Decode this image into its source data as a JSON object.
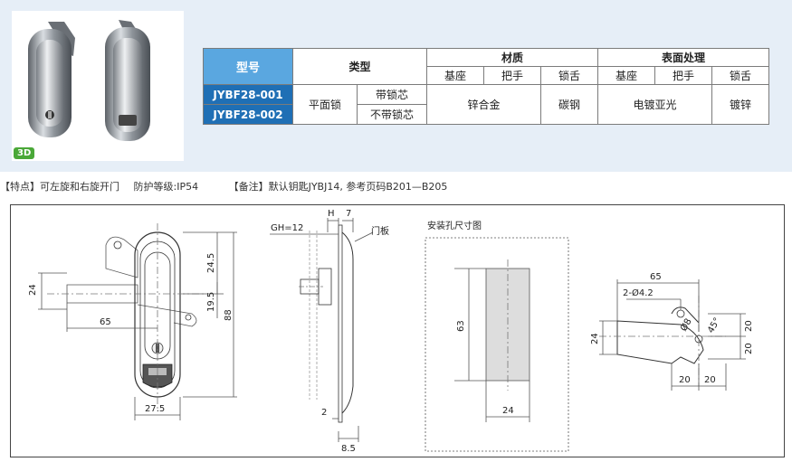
{
  "badge": "3D",
  "table": {
    "h_model": "型号",
    "h_type": "类型",
    "h_material": "材质",
    "h_finish": "表面处理",
    "sub_material": [
      "基座",
      "把手",
      "锁舌"
    ],
    "sub_finish": [
      "基座",
      "把手",
      "锁舌"
    ],
    "models": [
      "JYBF28-001",
      "JYBF28-002"
    ],
    "type_main": "平面锁",
    "type_variants": [
      "带锁芯",
      "不带锁芯"
    ],
    "material_base_handle": "锌合金",
    "material_tongue": "碳钢",
    "finish_base_handle": "电镀亚光",
    "finish_tongue": "镀锌"
  },
  "notes": {
    "feature": "【特点】可左旋和右旋开门",
    "protection": "防护等级:IP54",
    "remark": "【备注】默认钥匙JYBJ14, 参考页码B201—B205"
  },
  "drawing": {
    "front": {
      "d24": "24",
      "d24_5": "24.5",
      "d19_5": "19.5",
      "d88": "88",
      "d65": "65",
      "d27_5": "27.5"
    },
    "side": {
      "gh": "GH=12",
      "h": "H",
      "d7": "7",
      "door": "门板",
      "d2": "2",
      "d8_5": "8.5"
    },
    "cutout": {
      "title": "安装孔尺寸图",
      "d63": "63",
      "d24": "24"
    },
    "tongue": {
      "d65": "65",
      "holes": "2-Ø4.2",
      "d24": "24",
      "d20a": "20",
      "d20b": "20",
      "d20c": "20",
      "d20d": "20",
      "angle": "45°",
      "dia": "Ø8"
    }
  }
}
